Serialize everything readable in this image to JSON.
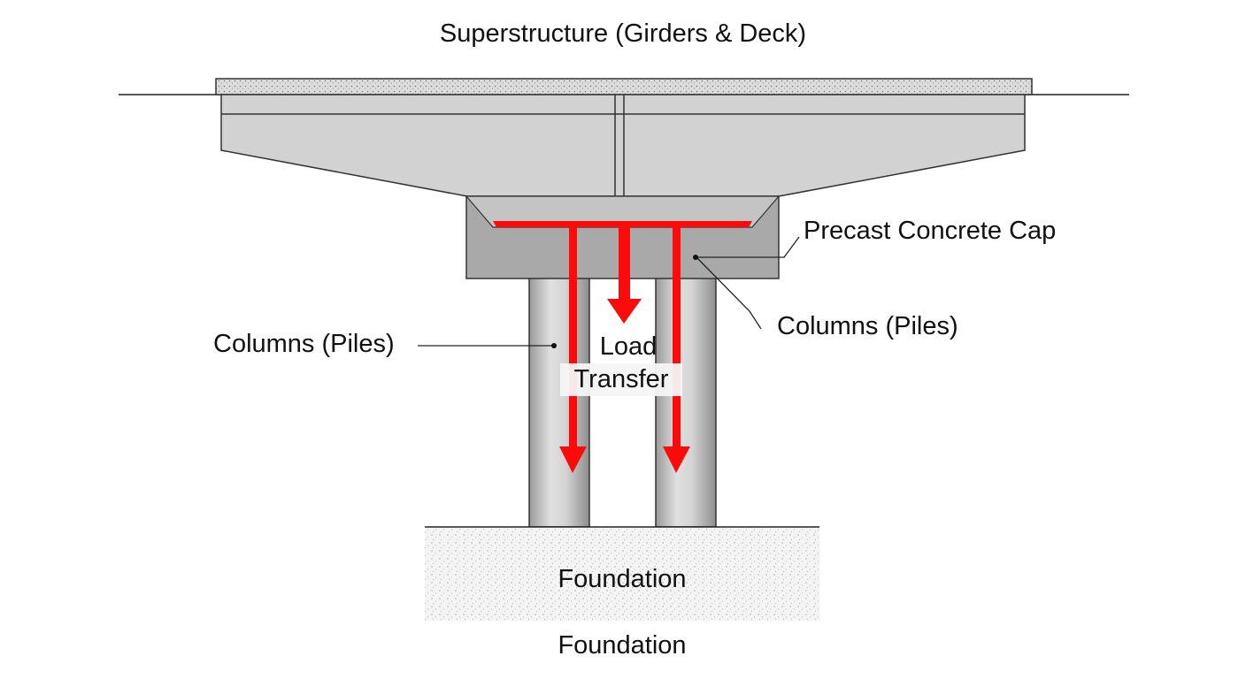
{
  "labels": {
    "superstructure": "Superstructure (Girders & Deck)",
    "cap": "Precast Concrete Cap",
    "columns_right": "Columns (Piles)",
    "columns_left": "Columns (Piles)",
    "load_line1": "Load",
    "load_line2": "Transfer",
    "foundation_inner": "Foundation",
    "foundation_outer": "Foundation"
  },
  "colors": {
    "load_arrows": "#ff0a0a",
    "concrete_light": "#d2d2d2",
    "concrete_cap": "#a9a9a9",
    "outline": "#222222"
  }
}
